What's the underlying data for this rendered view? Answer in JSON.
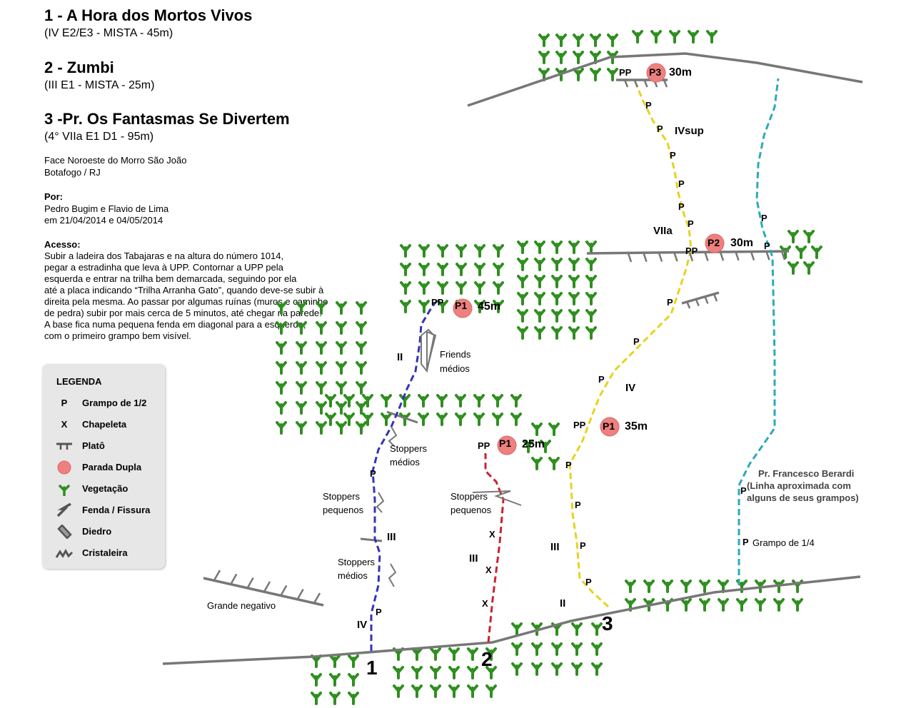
{
  "routes": [
    {
      "title": "1 - A Hora dos Mortos Vivos",
      "grade": "(IV E2/E3 - MISTA - 45m)"
    },
    {
      "title": "2 - Zumbi",
      "grade": "(III E1 - MISTA - 25m)"
    },
    {
      "title": "3 -Pr. Os Fantasmas Se Divertem",
      "grade": "(4° VIIa E1 D1 - 95m)"
    }
  ],
  "location": {
    "line1": "Face Noroeste do Morro São João",
    "line2": "Botafogo / RJ"
  },
  "authors": {
    "label": "Por:",
    "line1": "Pedro Bugim e Flavio de Lima",
    "line2": "em 21/04/2014 e 04/05/2014"
  },
  "access": {
    "label": "Acesso:",
    "lines": [
      "Subir a ladeira dos Tabajaras e na altura do número 1014,",
      "pegar a estradinha que leva à UPP. Contornar a UPP pela",
      "esquerda e entrar na trilha bem demarcada, seguindo por ela",
      "até a placa indicando “Trilha Arranha Gato”, quando deve-se subir à",
      "direita pela mesma. Ao passar por algumas ruínas (muros e caminho",
      "de pedra) subir por mais cerca de 5 minutos, até chegar na parede.",
      "A base fica numa pequena fenda em diagonal para a esquerda,",
      "com o primeiro grampo bem visível."
    ]
  },
  "legend": {
    "title": "LEGENDA",
    "items": [
      {
        "symbol": "P",
        "label": "Grampo de 1/2",
        "icon": "bolt-half-icon"
      },
      {
        "symbol": "X",
        "label": "Chapeleta",
        "icon": "hanger-icon"
      },
      {
        "symbol": "",
        "label": "Platô",
        "icon": "ledge-icon"
      },
      {
        "symbol": "",
        "label": "Parada Dupla",
        "icon": "double-anchor-icon"
      },
      {
        "symbol": "",
        "label": "Vegetação",
        "icon": "vegetation-icon"
      },
      {
        "symbol": "",
        "label": "Fenda / Fissura",
        "icon": "crack-icon"
      },
      {
        "symbol": "",
        "label": "Diedro",
        "icon": "dihedral-icon"
      },
      {
        "symbol": "",
        "label": "Cristaleira",
        "icon": "crystal-icon"
      }
    ]
  },
  "topo": {
    "base_numbers": [
      "1",
      "2",
      "3"
    ],
    "route1": {
      "anchor_pp": "PP",
      "anchor": "P1",
      "anchor_len": "45m",
      "bolt": "P",
      "grades": [
        "II",
        "III",
        "IV"
      ],
      "notes": {
        "friends": "Friends",
        "friends2": "médios",
        "stoppers_med": "Stoppers",
        "stoppers_med2": "médios",
        "stoppers_peq": "Stoppers",
        "stoppers_peq2": "pequenos",
        "stoppers_med_b": "Stoppers",
        "stoppers_med_b2": "médios"
      }
    },
    "route2": {
      "anchor_pp": "PP",
      "anchor": "P1",
      "anchor_len": "25m",
      "hanger": "X",
      "grades": [
        "III"
      ],
      "notes": {
        "stoppers": "Stoppers",
        "stoppers2": "pequenos"
      }
    },
    "route3": {
      "anchors": [
        {
          "pp": "PP",
          "name": "P1",
          "len": "35m"
        },
        {
          "pp": "PP",
          "name": "P2",
          "len": "30m"
        },
        {
          "pp": "PP",
          "name": "P3",
          "len": "30m"
        }
      ],
      "bolt": "P",
      "grades": [
        "II",
        "III",
        "IV",
        "VIIa",
        "IVsup"
      ]
    },
    "berardi": {
      "label1": "Pr. Francesco Berardi",
      "label2": "(Linha aproximada com",
      "label3": "alguns de seus grampos)",
      "bolt": "P",
      "bolt_note": "Grampo de 1/4"
    },
    "negative": "Grande negativo"
  },
  "colors": {
    "route1": "#3333bb",
    "route2": "#cc2233",
    "route3": "#e8d21e",
    "berardi": "#2aaabb",
    "rock": "#777777",
    "veg": "#2f8f1f",
    "anchor": "#ee8080"
  }
}
